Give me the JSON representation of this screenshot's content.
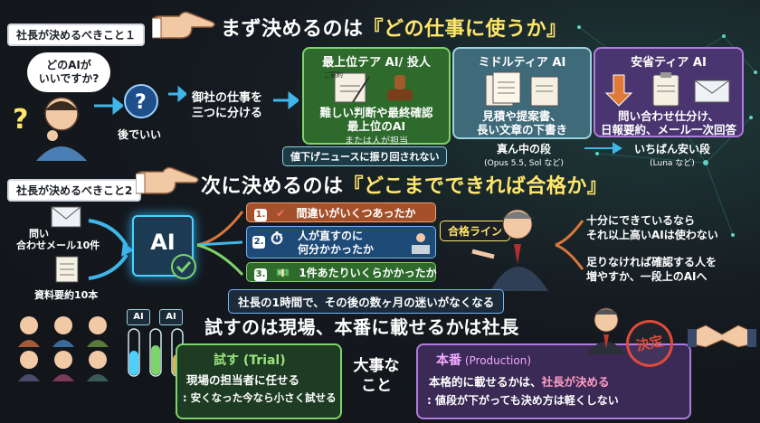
{
  "section1": {
    "tag": "社長が決めるべきこと１",
    "heading_pre": "まず決めるのは",
    "heading_hl": "『どの仕事に使うか』",
    "bubble_line1": "どのAIが",
    "bubble_line2": "いいですか?",
    "later_label": "後でいい",
    "split_line1": "御社の仕事を",
    "split_line2": "三つに分ける",
    "card_top": {
      "title": "最上位テア AI/ 投人",
      "paper_label": "ご契約",
      "body1": "難しい判断や最終確認",
      "body2": "最上位のAI",
      "small": "または人が担当"
    },
    "card_mid": {
      "title": "ミドルティア AI",
      "body1": "見積や提案書、",
      "body2": "長い文章の下書き"
    },
    "card_low": {
      "title": "安省ティア AI",
      "body1": "問い合わせ仕分け、",
      "body2": "日報要約、メール一次回答"
    },
    "news_pill": "値下げニュースに振り回されない",
    "mid_caption": "真ん中の段",
    "mid_caption_small": "(Opus 5.5, Sol など)",
    "low_caption": "いちばん安い段",
    "low_caption_small": "(Luna など)"
  },
  "section2": {
    "tag": "社長が決めるべきこと2",
    "heading_pre": "次に決めるのは",
    "heading_hl": "『どこまでできれば合格か』",
    "input1_line1": "問い",
    "input1_line2": "合わせメール10件",
    "input2": "資料要約10本",
    "ai_label": "AI",
    "criteria": [
      {
        "num": "1.",
        "text": "間違いがいくつあったか"
      },
      {
        "num": "2.",
        "text_line1": "人が直すのに",
        "text_line2": "何分かかったか"
      },
      {
        "num": "3.",
        "text": "1件あたりいくらかかったか"
      }
    ],
    "pass_line": "合格ライン",
    "outcome1_line1": "十分にできているなら",
    "outcome1_line2": "それ以上高いAIは使わない",
    "outcome2_line1": "足りなければ確認する人を",
    "outcome2_line2": "増やすか、一段上のAIへ",
    "summary": "社長の1時間で、その後の数ヶ月の迷いがなくなる"
  },
  "section3": {
    "heading": "試すのは現場、本番に載せるかは社長",
    "trial_title": "試す (Trial)",
    "trial_line1": "現場の担当者に任せる",
    "trial_line2": ": 安くなった今なら小さく試せる",
    "important_line1": "大事な",
    "important_line2": "こと",
    "prod_title_main": "本番",
    "prod_title_sub": " (Production)",
    "prod_line1_pre": "本格的に載せるかは、",
    "prod_line1_hl": "社長が決める",
    "prod_line2": ": 値段が下がっても決め方は軽くしない",
    "stamp": "決定",
    "tube_label": "AI"
  },
  "colors": {
    "green": "#7ed36a",
    "purple": "#b07be0",
    "orange": "#d9763a",
    "blue": "#4da6ff",
    "yellow": "#ffe66b"
  }
}
